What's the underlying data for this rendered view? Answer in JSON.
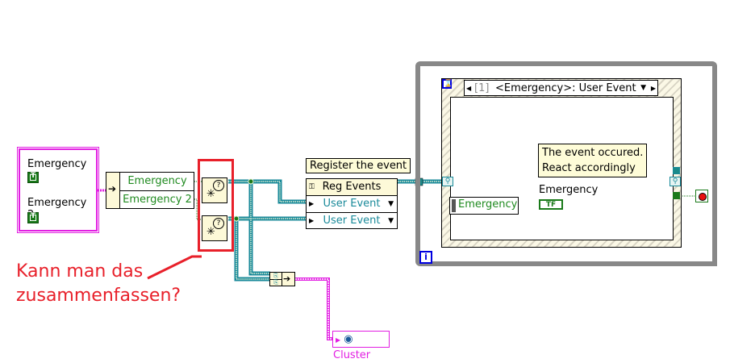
{
  "cluster_constant": {
    "items": [
      {
        "label": "Emergency",
        "value": "T"
      },
      {
        "label": "Emergency 2",
        "value": "T"
      }
    ]
  },
  "create_user_event_node": {
    "rows": [
      "Emergency",
      "Emergency 2"
    ]
  },
  "annotation": {
    "line1": "Kann man das",
    "line2": "zusammenfassen?"
  },
  "comments": {
    "register": "Register the event",
    "event_line1": "The event occured.",
    "event_line2": "React accordingly"
  },
  "register_events_node": {
    "title": "Reg Events",
    "rows": [
      "User Event",
      "User Event"
    ]
  },
  "event_structure": {
    "case_index": "[1]",
    "case_label": "<Emergency>: User Event",
    "unbundle_label": "Emergency",
    "indicator_label": "Emergency",
    "indicator_glyph": "TF"
  },
  "while_loop": {
    "iteration_glyph": "i",
    "timeout_glyph": "⌛"
  },
  "cluster_indicator": {
    "label": "Cluster"
  },
  "colors": {
    "cluster_wire": "#e21ee2",
    "refnum_wire": "#1a8a9a",
    "boolean": "#1a7a1a",
    "annotation": "#e8202a",
    "loop_border": "#888888"
  }
}
